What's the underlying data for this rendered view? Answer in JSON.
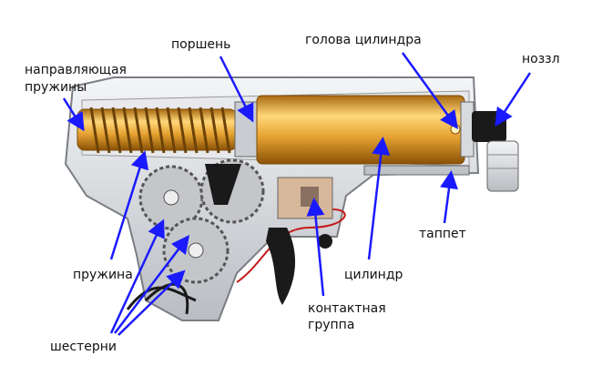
{
  "labels": {
    "piston": "поршень",
    "cylinder_head": "голова цилиндра",
    "nozzle": "ноззл",
    "spring_guide_1": "направляющая",
    "spring_guide_2": "пружины",
    "spring": "пружина",
    "gears": "шестерни",
    "cylinder": "цилиндр",
    "contact_group_1": "контактная",
    "contact_group_2": "группа",
    "tappet": "таппет"
  },
  "colors": {
    "arrow": "#1a1aff",
    "shell": "#d4d6da",
    "gold": "#e0a530",
    "dark": "#1a1a1a"
  }
}
